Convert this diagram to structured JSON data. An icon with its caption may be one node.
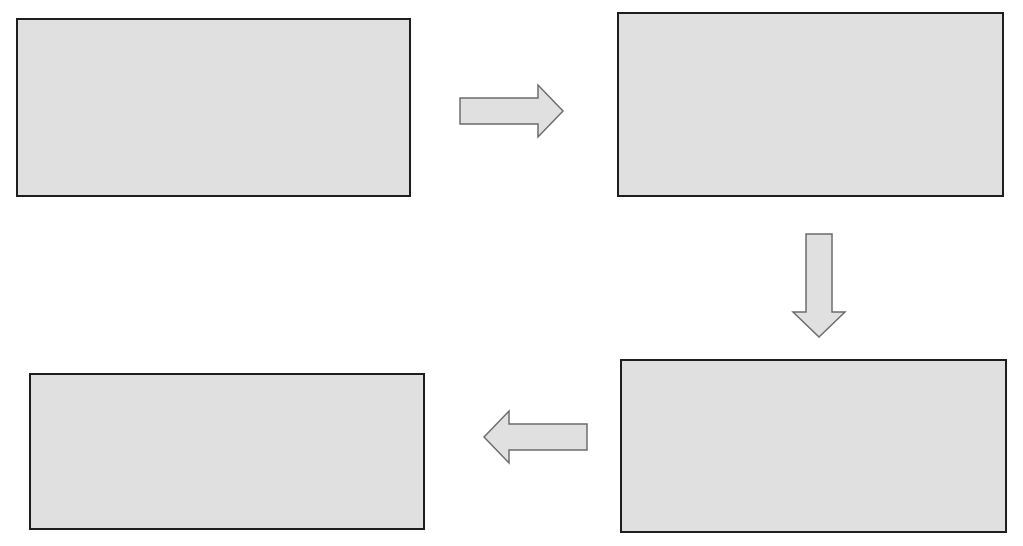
{
  "diagram": {
    "nodes": [
      {
        "text": [],
        "shape": "box"
      },
      {
        "text": [],
        "shape": "box"
      },
      {
        "text": [],
        "shape": "box"
      },
      {
        "text": [],
        "shape": "box"
      }
    ],
    "edges": [
      {
        "from": 0,
        "to": 1,
        "arrow": "to"
      },
      {
        "from": 1,
        "to": 3,
        "arrow": "to"
      },
      {
        "from": 3,
        "to": 2,
        "arrow": "to"
      }
    ]
  }
}
